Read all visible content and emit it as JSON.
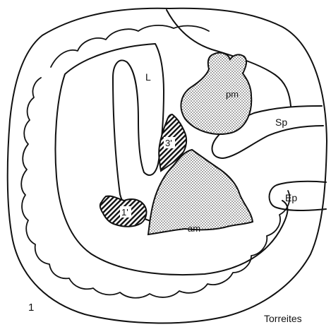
{
  "figure": {
    "panel_number": "1",
    "taxon": "Torreites"
  },
  "labels": {
    "L": "L",
    "Sp": "Sp",
    "Ep": "Ep",
    "pm": "pm",
    "am": "am",
    "three_prime": "3'",
    "one_prime": "1'"
  }
}
